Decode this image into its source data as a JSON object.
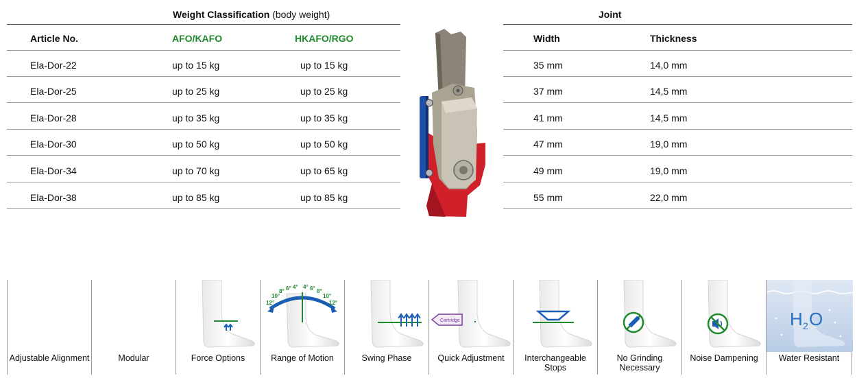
{
  "header": {
    "weight_title_bold": "Weight Classification",
    "weight_title_normal": "(body weight)",
    "joint_title": "Joint"
  },
  "columns": {
    "article": "Article No.",
    "afo": "AFO/KAFO",
    "hkafo": "HKAFO/RGO",
    "width": "Width",
    "thickness": "Thickness"
  },
  "rows": [
    {
      "article": "Ela-Dor-22",
      "afo": "up to 15 kg",
      "hkafo": "up to 15 kg",
      "width": "35 mm",
      "thickness": "14,0 mm"
    },
    {
      "article": "Ela-Dor-25",
      "afo": "up to 25 kg",
      "hkafo": "up to 25 kg",
      "width": "37 mm",
      "thickness": "14,5 mm"
    },
    {
      "article": "Ela-Dor-28",
      "afo": "up to 35 kg",
      "hkafo": "up to 35 kg",
      "width": "41 mm",
      "thickness": "14,5 mm"
    },
    {
      "article": "Ela-Dor-30",
      "afo": "up to 50 kg",
      "hkafo": "up to 50 kg",
      "width": "47 mm",
      "thickness": "19,0 mm"
    },
    {
      "article": "Ela-Dor-34",
      "afo": "up to 70 kg",
      "hkafo": "up to 65 kg",
      "width": "49 mm",
      "thickness": "19,0 mm"
    },
    {
      "article": "Ela-Dor-38",
      "afo": "up to 85 kg",
      "hkafo": "up to 85 kg",
      "width": "55 mm",
      "thickness": "22,0 mm"
    }
  ],
  "features": [
    {
      "label": "Adjustable Alignment",
      "icon": "blank-icon"
    },
    {
      "label": "Modular",
      "icon": "blank-icon"
    },
    {
      "label": "Force Options",
      "icon": "foot-force-icon"
    },
    {
      "label": "Range of Motion",
      "icon": "range-motion-icon"
    },
    {
      "label": "Swing Phase",
      "icon": "foot-swing-icon"
    },
    {
      "label": "Quick Adjustment",
      "icon": "foot-cartridge-icon"
    },
    {
      "label": "Interchangeable Stops",
      "icon": "foot-stop-icon"
    },
    {
      "label": "No Grinding Necessary",
      "icon": "foot-no-grinding-icon"
    },
    {
      "label": "Noise Dampening",
      "icon": "foot-noise-icon"
    },
    {
      "label": "Water Resistant",
      "icon": "foot-water-icon"
    }
  ],
  "icon_text": {
    "cartridge": "Cartridge",
    "h2o_h": "H",
    "h2o_2": "2",
    "h2o_o": "O",
    "rom_angles": [
      "12°",
      "10°",
      "8°",
      "6°",
      "4°",
      "4°",
      "6°",
      "8°",
      "10°",
      "12°"
    ]
  },
  "colors": {
    "green": "#1f8a2e",
    "blue": "#1a5fb4",
    "purple": "#7a3fa0",
    "joint_red": "#d0202a"
  }
}
